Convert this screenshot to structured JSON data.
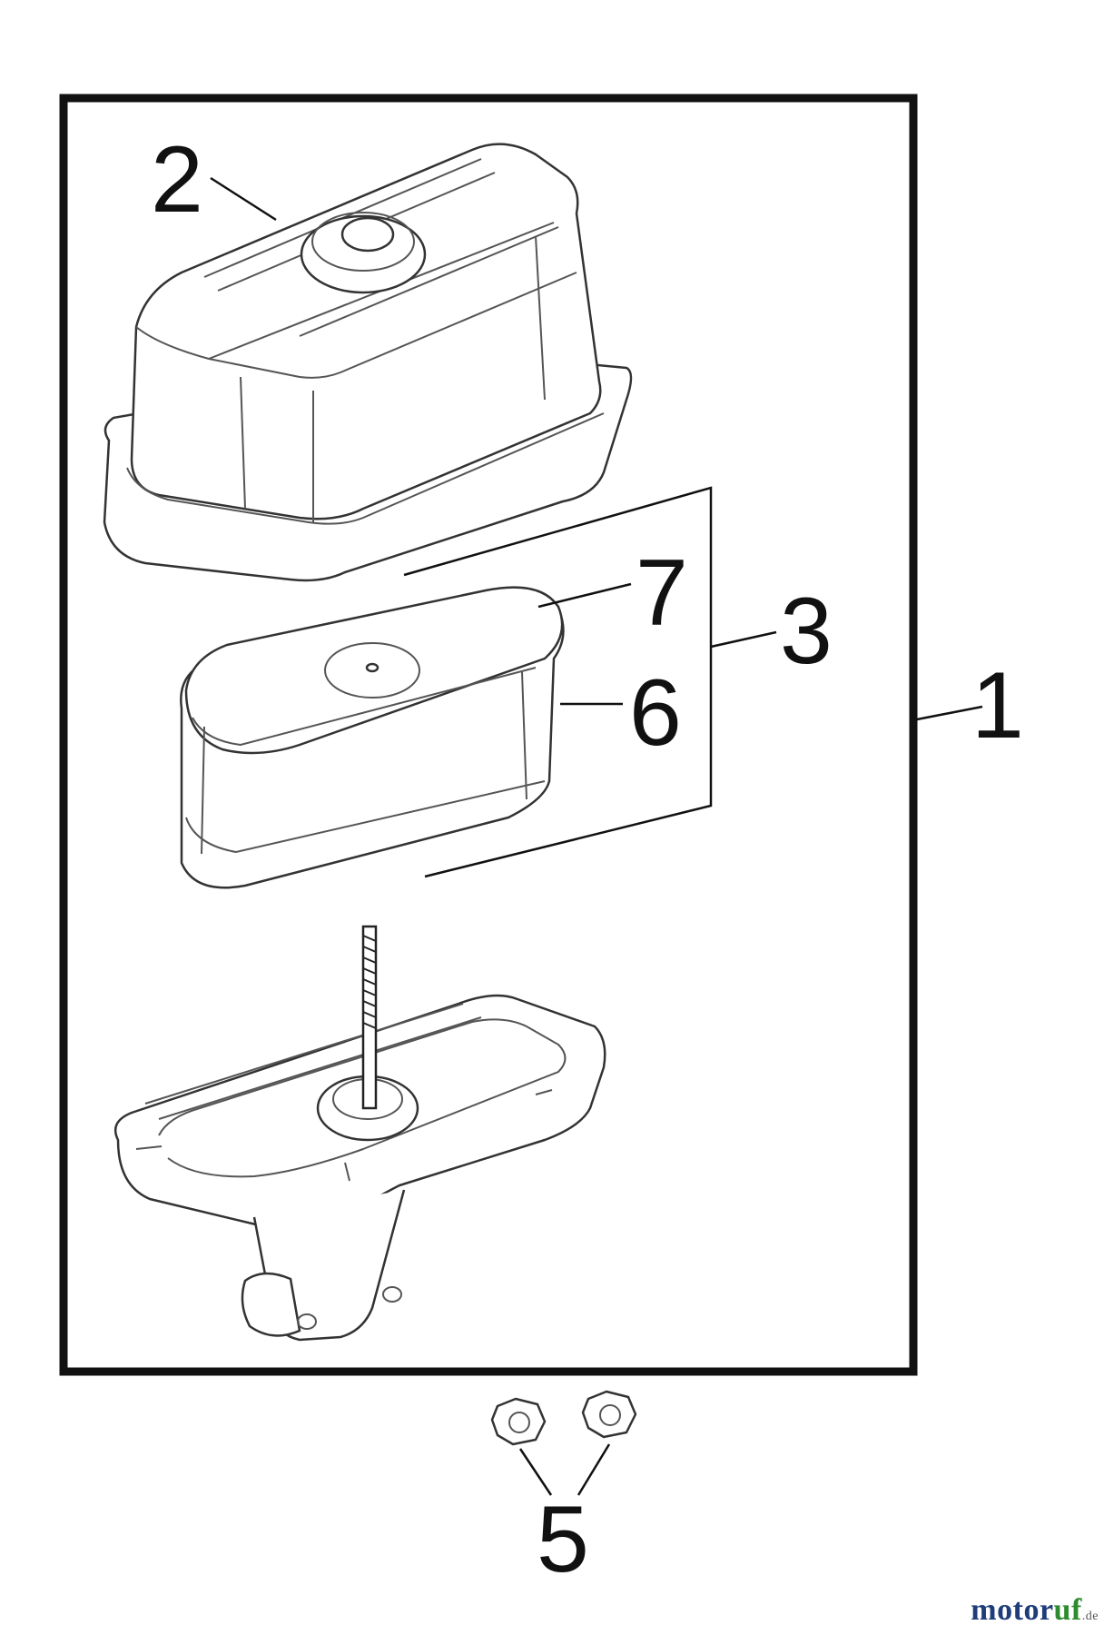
{
  "callouts": {
    "assembly": "1",
    "cover": "2",
    "filter_set": "3",
    "nuts": "5",
    "pre_filter": "6",
    "filter_element": "7"
  },
  "watermark": {
    "main": "motor",
    "suffix": "uf",
    "tld": ".de"
  },
  "colors": {
    "line": "#111111",
    "part_outline": "#333333",
    "watermark_blue": "#1f3d7a",
    "watermark_green": "#2e8b2e"
  }
}
